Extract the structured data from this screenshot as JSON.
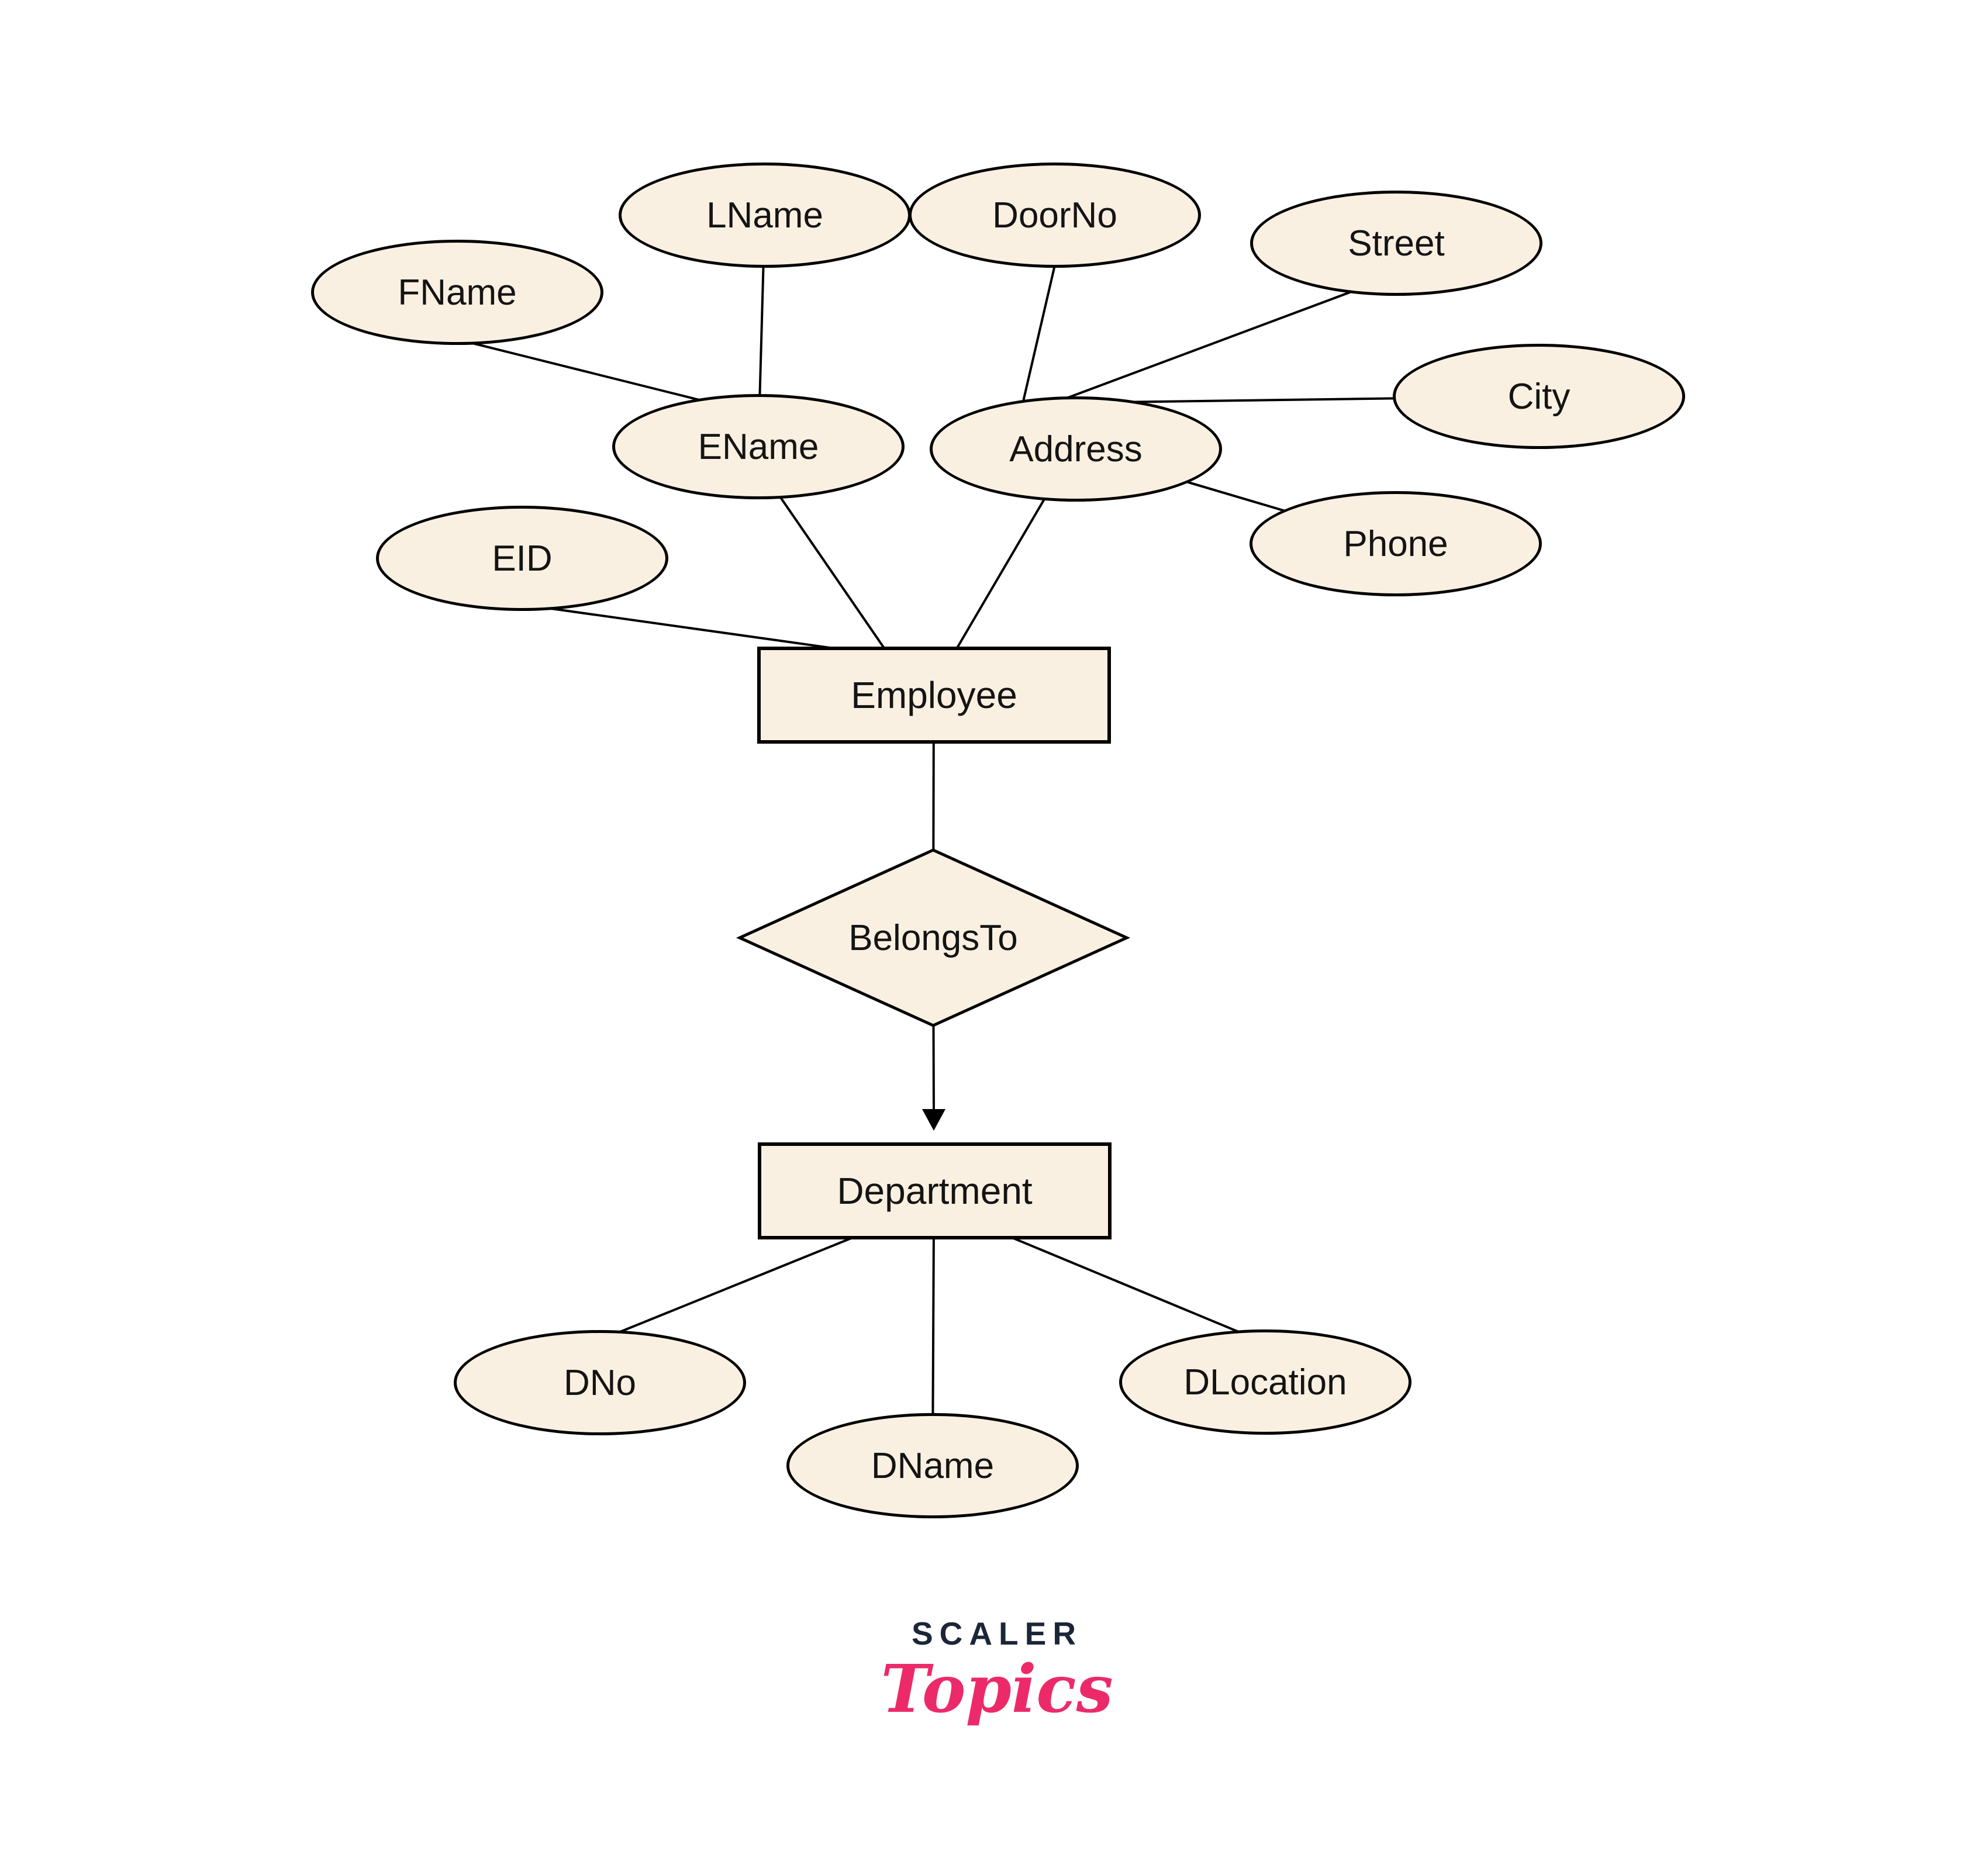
{
  "diagram": {
    "entities": {
      "employee": "Employee",
      "department": "Department"
    },
    "relationship": {
      "belongsto": "BelongsTo"
    },
    "employee_attributes": {
      "eid": "EID",
      "ename": "EName",
      "address": "Address"
    },
    "ename_components": {
      "fname": "FName",
      "lname": "LName"
    },
    "address_components": {
      "doorno": "DoorNo",
      "street": "Street",
      "city": "City",
      "phone": "Phone"
    },
    "department_attributes": {
      "dno": "DNo",
      "dname": "DName",
      "dlocation": "DLocation"
    },
    "colors": {
      "background": "#FFFFFF",
      "shape_fill": "#FAF0E1",
      "shape_stroke": "#000000",
      "connector": "#000000",
      "label_text": "#141414"
    }
  },
  "logo": {
    "brand": "SCALER",
    "wordmark": "Topics",
    "brand_color": "#1B2638",
    "wordmark_color": "#EC2A6A"
  }
}
